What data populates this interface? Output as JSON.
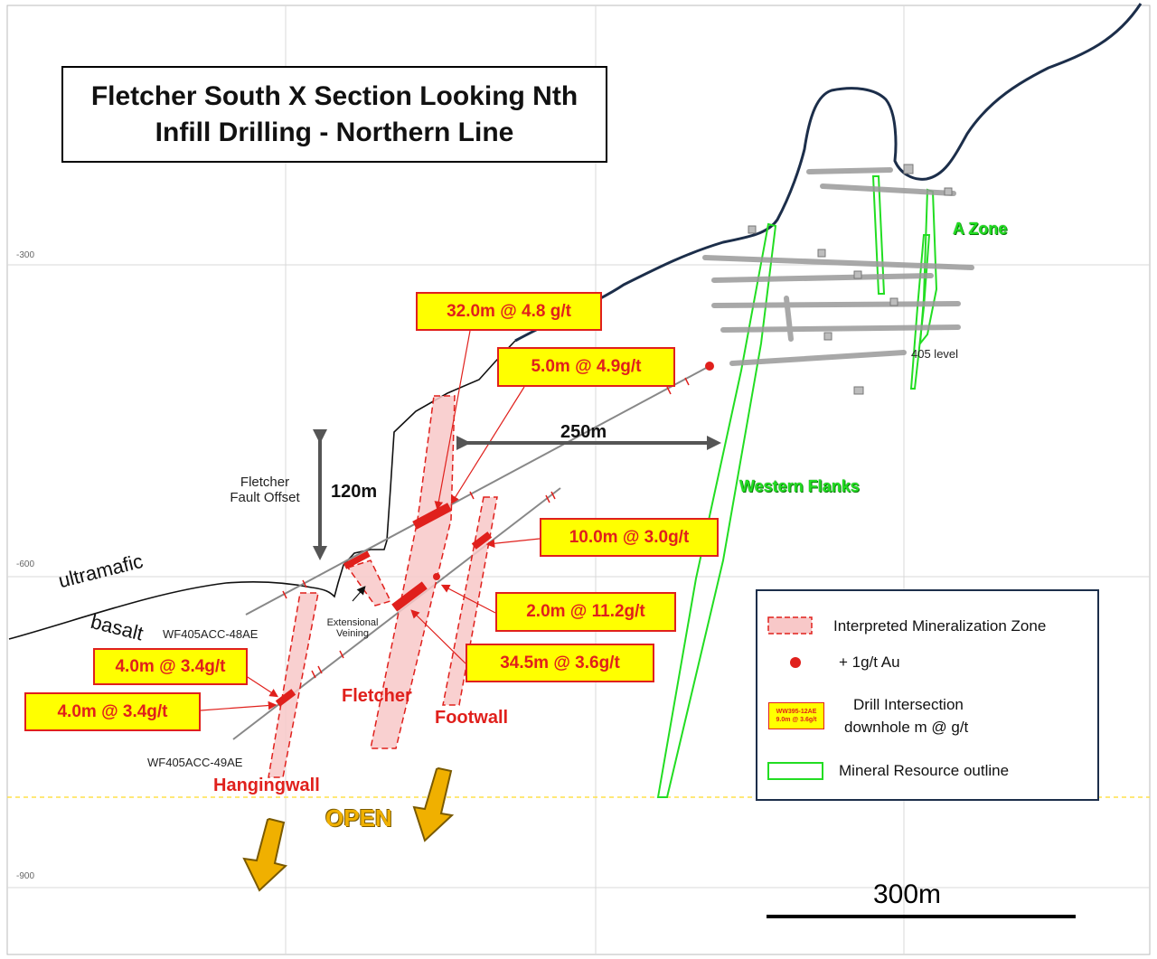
{
  "title": {
    "line1": "Fletcher South X Section Looking Nth",
    "line2": "Infill Drilling - Northern Line"
  },
  "axis": {
    "y_labels": [
      "-300",
      "-600",
      "-900"
    ]
  },
  "intercepts": [
    {
      "id": "i1",
      "text": "32.0m @ 4.8 g/t"
    },
    {
      "id": "i2",
      "text": "5.0m @ 4.9g/t"
    },
    {
      "id": "i3",
      "text": "10.0m @ 3.0g/t"
    },
    {
      "id": "i4",
      "text": "2.0m @ 11.2g/t"
    },
    {
      "id": "i5",
      "text": "34.5m @ 3.6g/t"
    },
    {
      "id": "i6",
      "text": "4.0m @ 3.4g/t"
    },
    {
      "id": "i7",
      "text": "4.0m @ 3.4g/t"
    }
  ],
  "labels": {
    "a_zone": "A Zone",
    "western_flanks": "Western Flanks",
    "level_405": "405 level",
    "dist_250": "250m",
    "dist_120": "120m",
    "fault_line1": "Fletcher",
    "fault_line2": "Fault Offset",
    "ultramafic": "ultramafic",
    "basalt": "basalt",
    "ext_line1": "Extensional",
    "ext_line2": "Veining",
    "hole_48": "WF405ACC-48AE",
    "hole_49": "WF405ACC-49AE",
    "fletcher": "Fletcher",
    "footwall": "Footwall",
    "hangingwall": "Hangingwall",
    "open": "OPEN",
    "scale": "300m"
  },
  "legend": {
    "mineralization": "Interpreted Mineralization Zone",
    "au": "+ 1g/t Au",
    "drill_line1": "Drill Intersection",
    "drill_line2": "downhole m @ g/t",
    "mini_line1": "WW395-12AE",
    "mini_line2": "9.0m @ 3.6g/t",
    "resource": "Mineral Resource outline"
  },
  "colors": {
    "red": "#e0201c",
    "yellow": "#ffff00",
    "green": "#22dd22",
    "navy": "#1c2e4a",
    "pink": "#f8c8c8",
    "orange": "#f0b000"
  }
}
